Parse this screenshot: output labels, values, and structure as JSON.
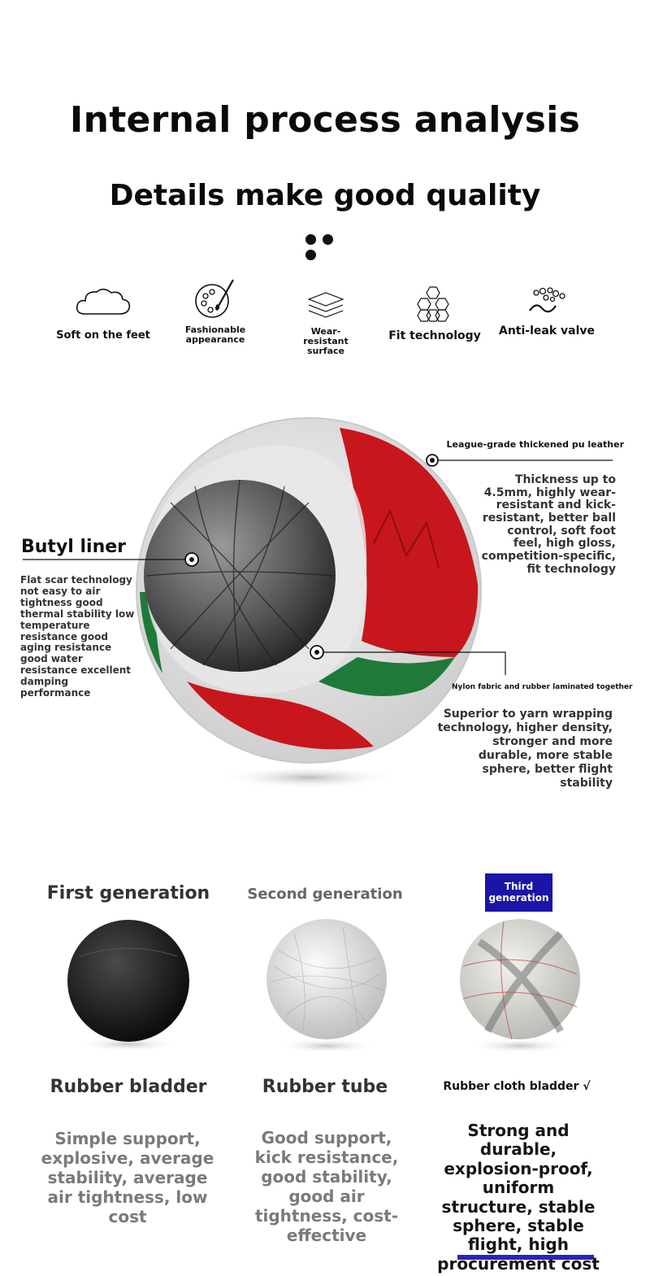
{
  "header": {
    "title": "Internal process analysis",
    "subtitle": "Details make good quality"
  },
  "features": [
    {
      "label": "Soft on the feet",
      "icon": "cloud-icon"
    },
    {
      "label": "Fashionable appearance",
      "icon": "palette-icon"
    },
    {
      "label": "Wear-resistant surface",
      "icon": "layers-icon"
    },
    {
      "label": "Fit technology",
      "icon": "hexagon-cluster-icon"
    },
    {
      "label": "Anti-leak valve",
      "icon": "bubbles-icon"
    }
  ],
  "callouts": {
    "pu_leather": {
      "title": "League-grade thickened pu leather",
      "text": "Thickness up to 4.5mm, highly wear-resistant and kick-resistant, better ball control, soft foot feel, high gloss, competition-specific, fit technology"
    },
    "butyl_liner": {
      "title": "Butyl liner",
      "text": "Flat scar technology not easy to air tightness good thermal stability low temperature resistance good aging resistance good water resistance excellent damping performance"
    },
    "nylon": {
      "title": "Nylon fabric and rubber laminated together",
      "text": "Superior to yarn wrapping technology, higher density, stronger and more durable, more stable sphere, better flight stability"
    }
  },
  "generations": [
    {
      "heading": "First generation",
      "name": "Rubber bladder",
      "description": "Simple support, explosive, average stability, average air tightness, low cost"
    },
    {
      "heading": "Second generation",
      "name": "Rubber tube",
      "description": "Good support, kick resistance, good stability, good air tightness, cost-effective"
    },
    {
      "heading": "Third generation",
      "name": "Rubber cloth bladder √",
      "description": "Strong and durable, explosion-proof, uniform structure, stable sphere, stable flight, high procurement cost"
    }
  ],
  "colors": {
    "ball_red": "#c8161d",
    "ball_green": "#1f7a3a",
    "badge_blue": "#1a14a8"
  }
}
